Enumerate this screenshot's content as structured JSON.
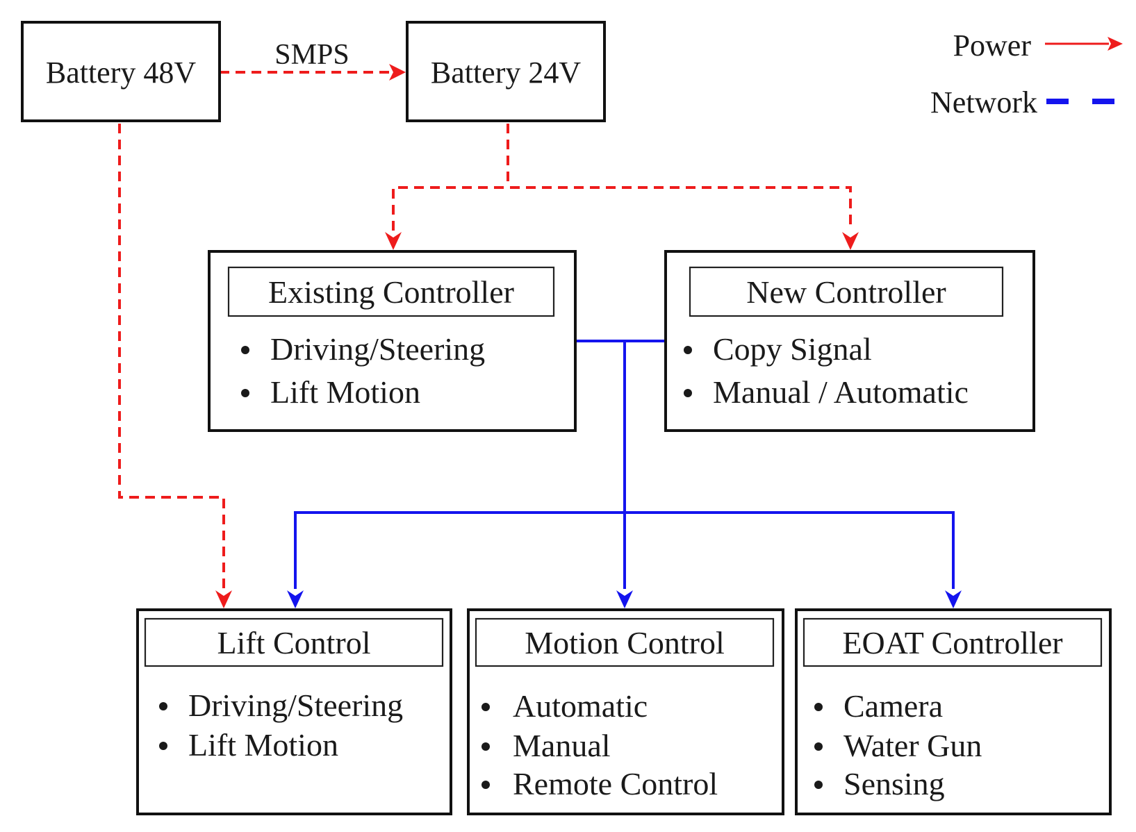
{
  "legend": {
    "power_label": "Power",
    "network_label": "Network",
    "power_color": "#ee1c1c",
    "network_color": "#1414ee"
  },
  "batteries": {
    "b48": "Battery 48V",
    "b24": "Battery 24V",
    "converter": "SMPS"
  },
  "controllers": {
    "existing": {
      "title": "Existing Controller",
      "items": [
        "Driving/Steering",
        "Lift Motion"
      ]
    },
    "new": {
      "title": "New Controller",
      "items": [
        "Copy Signal",
        "Manual / Automatic"
      ]
    }
  },
  "modules": {
    "lift": {
      "title": "Lift Control",
      "items": [
        "Driving/Steering",
        "Lift Motion"
      ]
    },
    "motion": {
      "title": "Motion Control",
      "items": [
        "Automatic",
        "Manual",
        "Remote Control"
      ]
    },
    "eoat": {
      "title": "EOAT Controller",
      "items": [
        "Camera",
        "Water Gun",
        "Sensing"
      ]
    }
  }
}
